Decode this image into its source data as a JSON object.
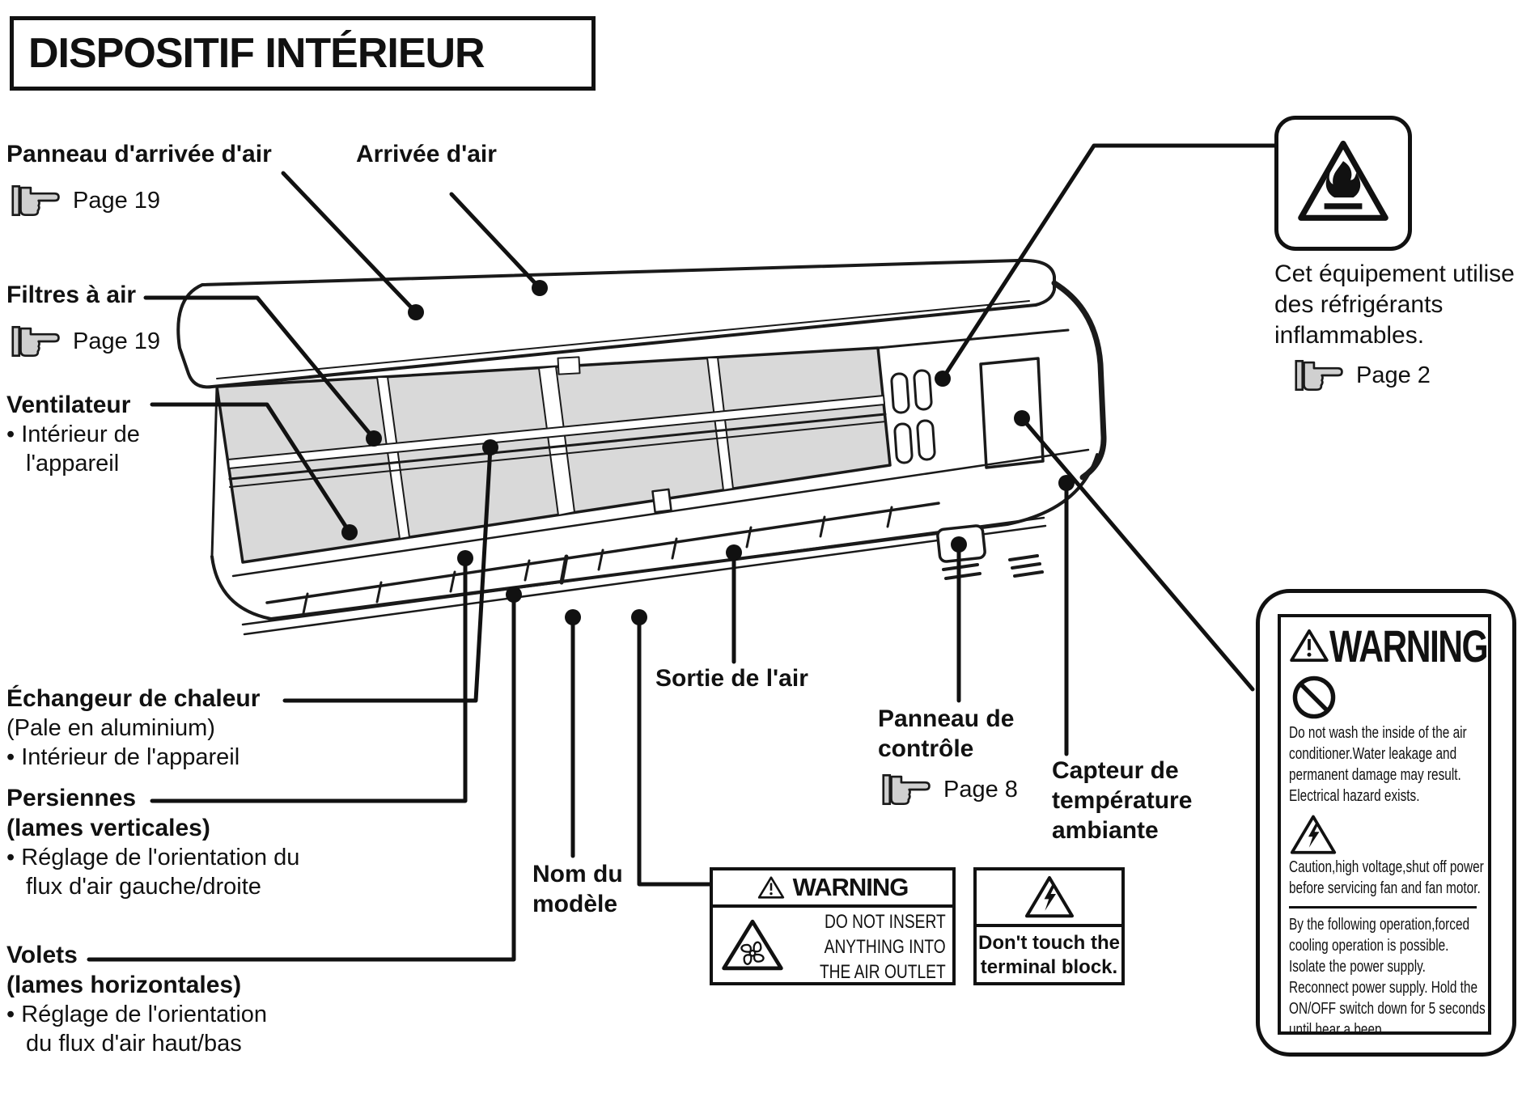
{
  "title": "DISPOSITIF INTÉRIEUR",
  "labels": {
    "panneau_arrivee": {
      "heading": "Panneau d'arrivée d'air",
      "page_ref": "Page 19"
    },
    "arrivee_air": {
      "heading": "Arrivée d'air"
    },
    "filtres": {
      "heading": "Filtres à air",
      "page_ref": "Page 19"
    },
    "ventilateur": {
      "heading": "Ventilateur",
      "lines": [
        "• Intérieur de",
        "l'appareil"
      ]
    },
    "echangeur": {
      "heading": "Échangeur de chaleur",
      "lines": [
        "(Pale en aluminium)",
        "• Intérieur de l'appareil"
      ]
    },
    "persiennes": {
      "heading": "Persiennes",
      "subheading": "(lames verticales)",
      "lines": [
        "• Réglage de l'orientation du",
        "flux d'air gauche/droite"
      ]
    },
    "volets": {
      "heading": "Volets",
      "subheading": "(lames horizontales)",
      "lines": [
        "• Réglage de l'orientation",
        "du flux d'air haut/bas"
      ]
    },
    "sortie_air": {
      "heading": "Sortie de l'air"
    },
    "panneau_controle": {
      "line1": "Panneau de",
      "line2": "contrôle",
      "page_ref": "Page 8"
    },
    "capteur": {
      "line1": "Capteur de",
      "line2": "température",
      "line3": "ambiante"
    },
    "nom_modele": {
      "line1": "Nom du",
      "line2": "modèle"
    }
  },
  "stickers": {
    "air_outlet": {
      "header": "WARNING",
      "lines": [
        "DO NOT INSERT",
        "ANYTHING INTO",
        "THE AIR OUTLET"
      ]
    },
    "terminal": {
      "lines": [
        "Don't touch the",
        "terminal block."
      ]
    }
  },
  "flammable_note": {
    "lines": [
      "Cet équipement utilise",
      "des réfrigérants",
      "inflammables."
    ],
    "page_ref": "Page 2"
  },
  "warning_panel": {
    "header": "WARNING",
    "block1_lines": [
      "Do not wash the inside of the air",
      "conditioner.Water leakage and",
      "permanent damage may result.",
      "Electrical hazard exists."
    ],
    "block2_lines": [
      "Caution,high voltage,shut off power",
      "before servicing fan and fan motor."
    ],
    "block3_lines": [
      "By the following operation,forced",
      "cooling operation is possible.",
      "Isolate the power supply.",
      "Reconnect power supply. Hold the",
      "ON/OFF switch down for 5 seconds",
      "until hear a beep."
    ]
  },
  "colors": {
    "ink": "#111111",
    "filter_gray": "#d9d9d9",
    "hand_gray": "#d0d0d0"
  }
}
